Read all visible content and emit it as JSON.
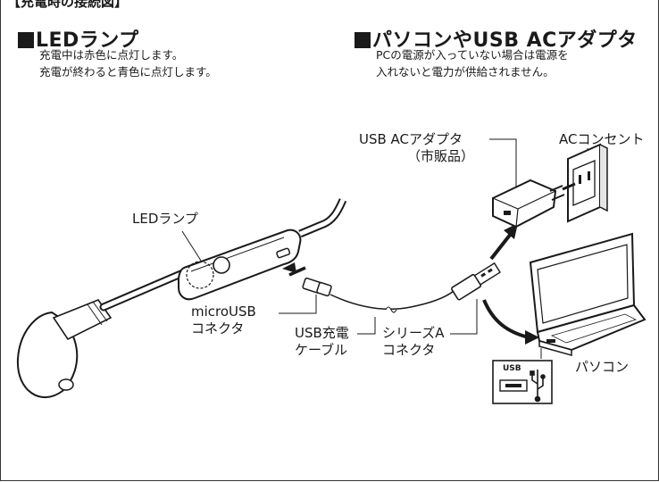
{
  "header": {
    "title": "【充電時の接続図】"
  },
  "led_section": {
    "title": "LEDランプ",
    "desc_lines": [
      "充電中は赤色に点灯します。",
      "充電が終わると青色に点灯します。"
    ]
  },
  "pc_section": {
    "title": "パソコンやUSB ACアダプタ",
    "desc_lines": [
      "PCの電源が入っていない場合は電源を",
      "入れないと電力が供給されません。"
    ]
  },
  "labels": {
    "ac_adapter_line1": "USB ACアダプタ",
    "ac_adapter_line2": "（市販品）",
    "ac_outlet": "ACコンセント",
    "led_lamp": "LEDランプ",
    "micro_usb_line1": "microUSB",
    "micro_usb_line2": "コネクタ",
    "usb_cable_line1": "USB充電",
    "usb_cable_line2": "ケーブル",
    "series_a_line1": "シリーズA",
    "series_a_line2": "コネクタ",
    "pc": "パソコン",
    "usb_port_text": "USB"
  }
}
